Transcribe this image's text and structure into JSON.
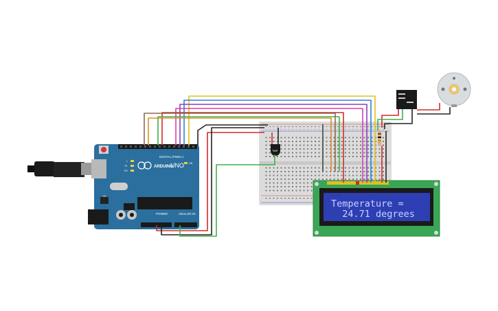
{
  "board": {
    "brand": "ARDUINO",
    "model": "UNO",
    "digital_label": "DIGITAL (PWM~)",
    "analog_label": "ANALOG IN",
    "power_label": "POWER",
    "led_labels": [
      "L",
      "TX",
      "RX"
    ],
    "on_label": "ON"
  },
  "sensor": {
    "label": "TMP"
  },
  "lcd": {
    "line1": "Temperature =",
    "line2": "  24.71 degrees"
  },
  "colors": {
    "board": "#2b6f9e",
    "lcd_pcb": "#3aa655",
    "lcd_screen": "#2d3fb3",
    "lcd_text": "#c9d3ff",
    "breadboard": "#dcdcdc",
    "wire_red": "#d42a2a",
    "wire_black": "#222222",
    "wire_green": "#3bb24a",
    "wire_yellow": "#e0c020",
    "wire_blue": "#2e7fd6",
    "wire_purple": "#8a3fc0",
    "wire_magenta": "#d63fb0",
    "wire_brown": "#8b6a4c",
    "wire_orange": "#e08a2a"
  }
}
